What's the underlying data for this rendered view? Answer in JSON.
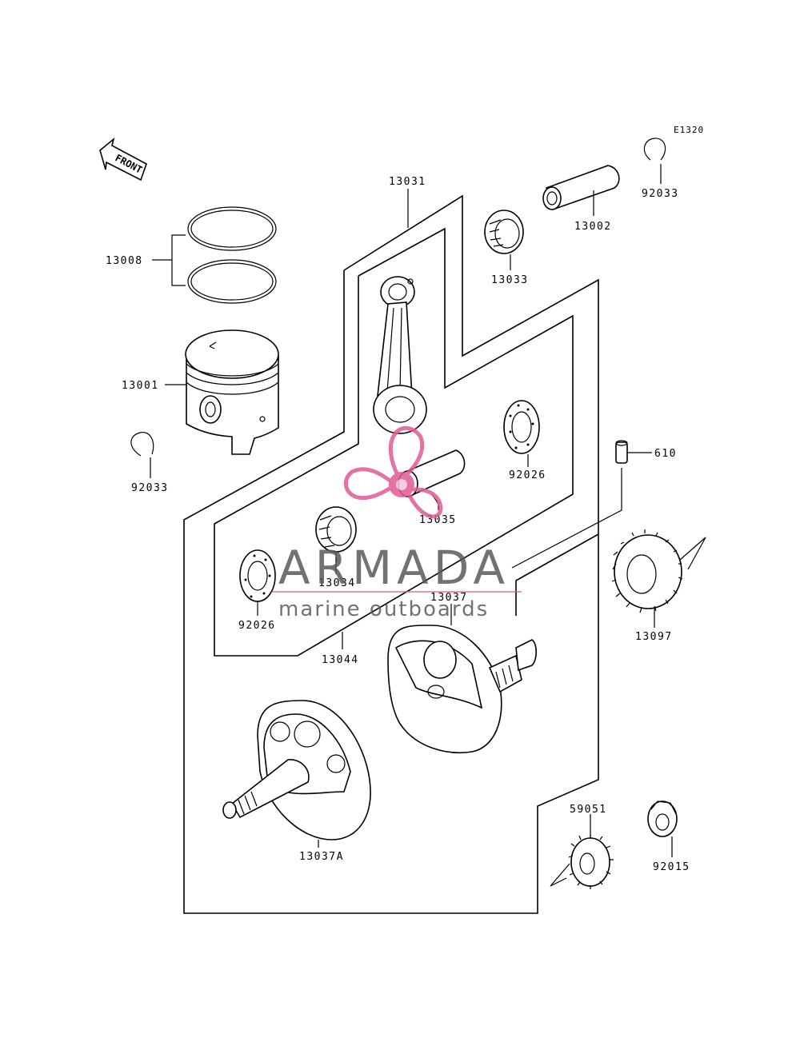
{
  "diagram": {
    "code": "E1320",
    "front_label": "FRONT",
    "parts": [
      {
        "key": "p13008",
        "number": "13008"
      },
      {
        "key": "p13001",
        "number": "13001"
      },
      {
        "key": "p92033a",
        "number": "92033"
      },
      {
        "key": "p13031",
        "number": "13031"
      },
      {
        "key": "p13033",
        "number": "13033"
      },
      {
        "key": "p13002",
        "number": "13002"
      },
      {
        "key": "p92033b",
        "number": "92033"
      },
      {
        "key": "p92026a",
        "number": "92026"
      },
      {
        "key": "p610",
        "number": "610"
      },
      {
        "key": "p13035",
        "number": "13035"
      },
      {
        "key": "p13034",
        "number": "13034"
      },
      {
        "key": "p92026b",
        "number": "92026"
      },
      {
        "key": "p13037",
        "number": "13037"
      },
      {
        "key": "p13097",
        "number": "13097"
      },
      {
        "key": "p13044",
        "number": "13044"
      },
      {
        "key": "p13037A",
        "number": "13037A"
      },
      {
        "key": "p59051",
        "number": "59051"
      },
      {
        "key": "p92015",
        "number": "92015"
      }
    ]
  },
  "watermark": {
    "title": "ARMADA",
    "subtitle": "marine outboards",
    "accent_color": "#e05b93",
    "text_color": "#5a5a5a"
  }
}
